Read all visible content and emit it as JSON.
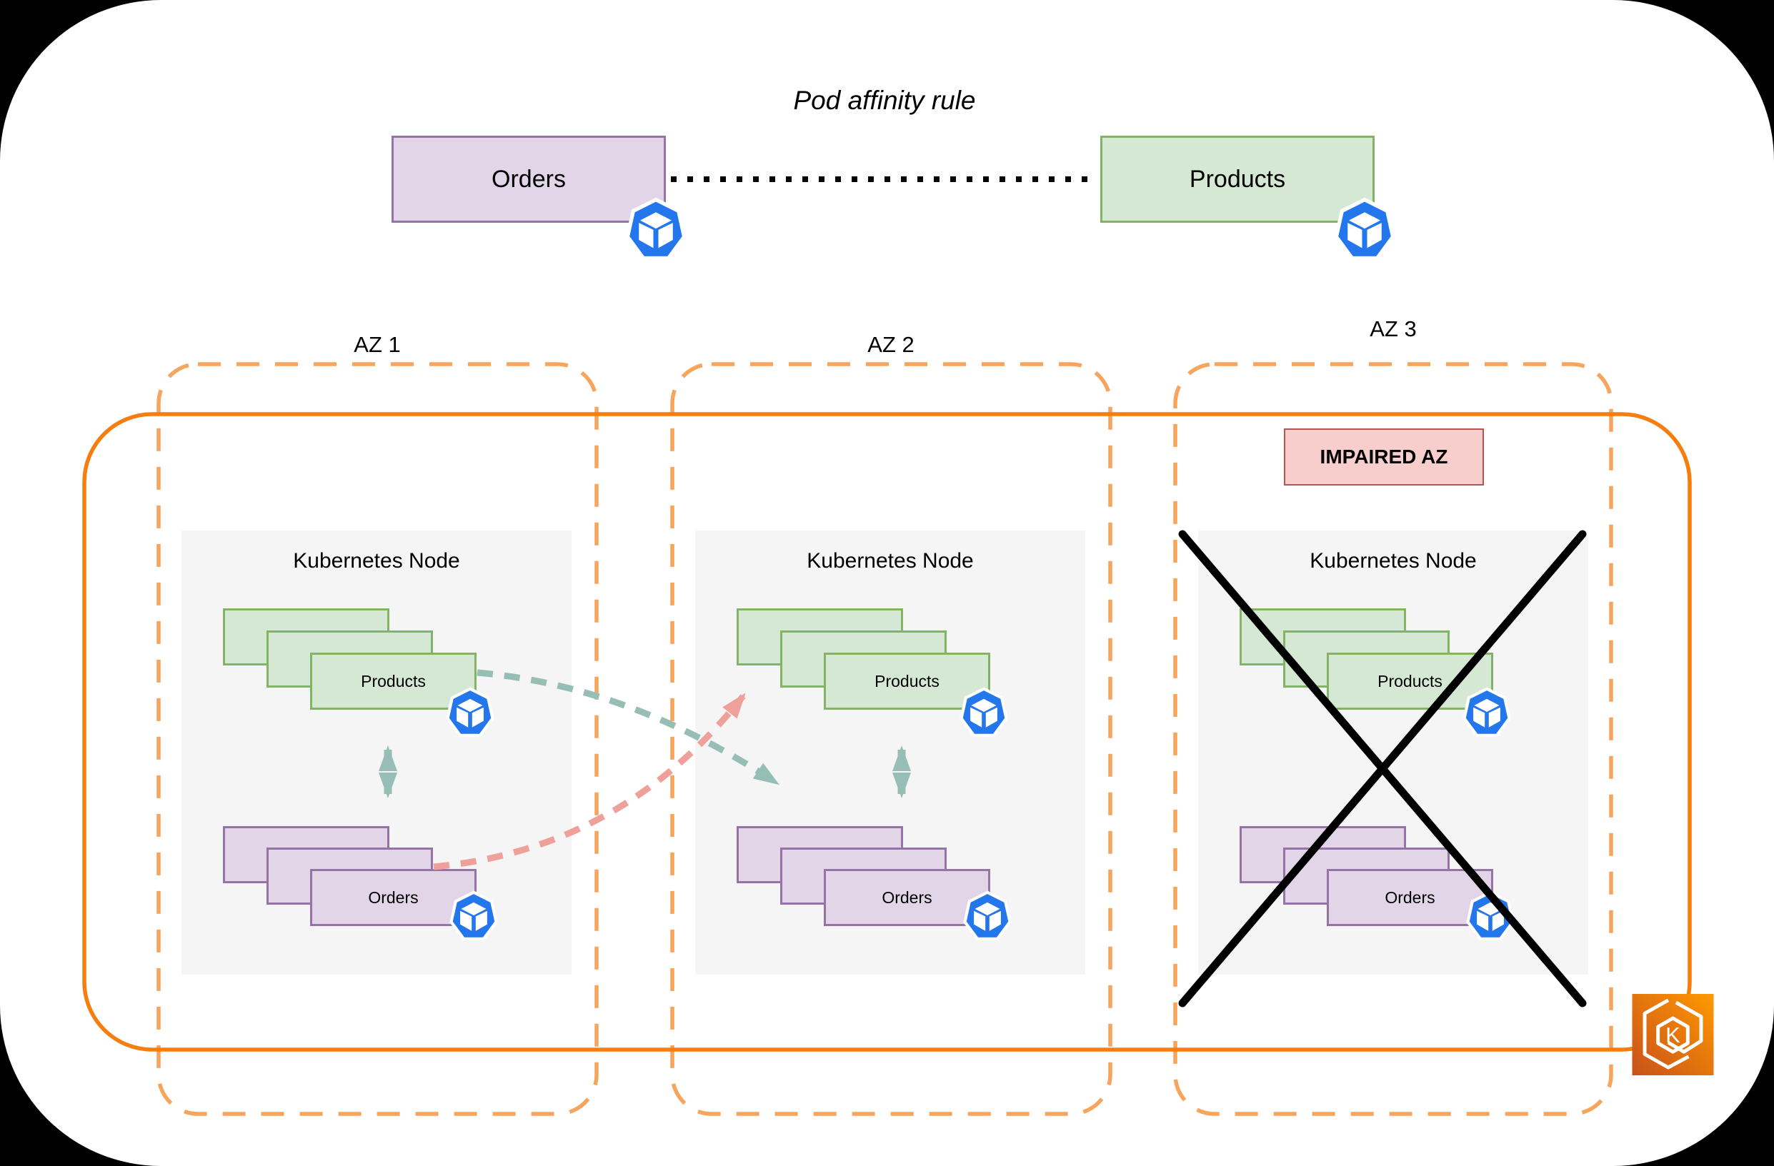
{
  "header": {
    "orders_label": "Orders",
    "products_label": "Products",
    "affinity_label": "Pod affinity rule"
  },
  "zones": [
    {
      "label": "AZ 1",
      "node_title": "Kubernetes Node",
      "products_label": "Products",
      "orders_label": "Orders"
    },
    {
      "label": "AZ 2",
      "node_title": "Kubernetes Node",
      "products_label": "Products",
      "orders_label": "Orders"
    },
    {
      "label": "AZ 3",
      "node_title": "Kubernetes Node",
      "products_label": "Products",
      "orders_label": "Orders",
      "impaired_label": "IMPAIRED AZ"
    }
  ],
  "icons": {
    "pod": "kubernetes-pod-icon",
    "eks": "amazon-eks-icon"
  },
  "colors": {
    "az_border": "#F7A45C",
    "cluster_border": "#F57E0F",
    "green_fill": "#D5E8D4",
    "green_border": "#82B366",
    "purple_fill": "#E1D5E7",
    "purple_border": "#9673A6",
    "impaired_fill": "#F8CECC",
    "impaired_border": "#B85450",
    "teal": "#96BEB4",
    "pink": "#F0A09A",
    "k8s_blue": "#2476ED",
    "eks_gradient_start": "#C8511B",
    "eks_gradient_end": "#FF9900",
    "node_bg": "#F5F5F5"
  }
}
